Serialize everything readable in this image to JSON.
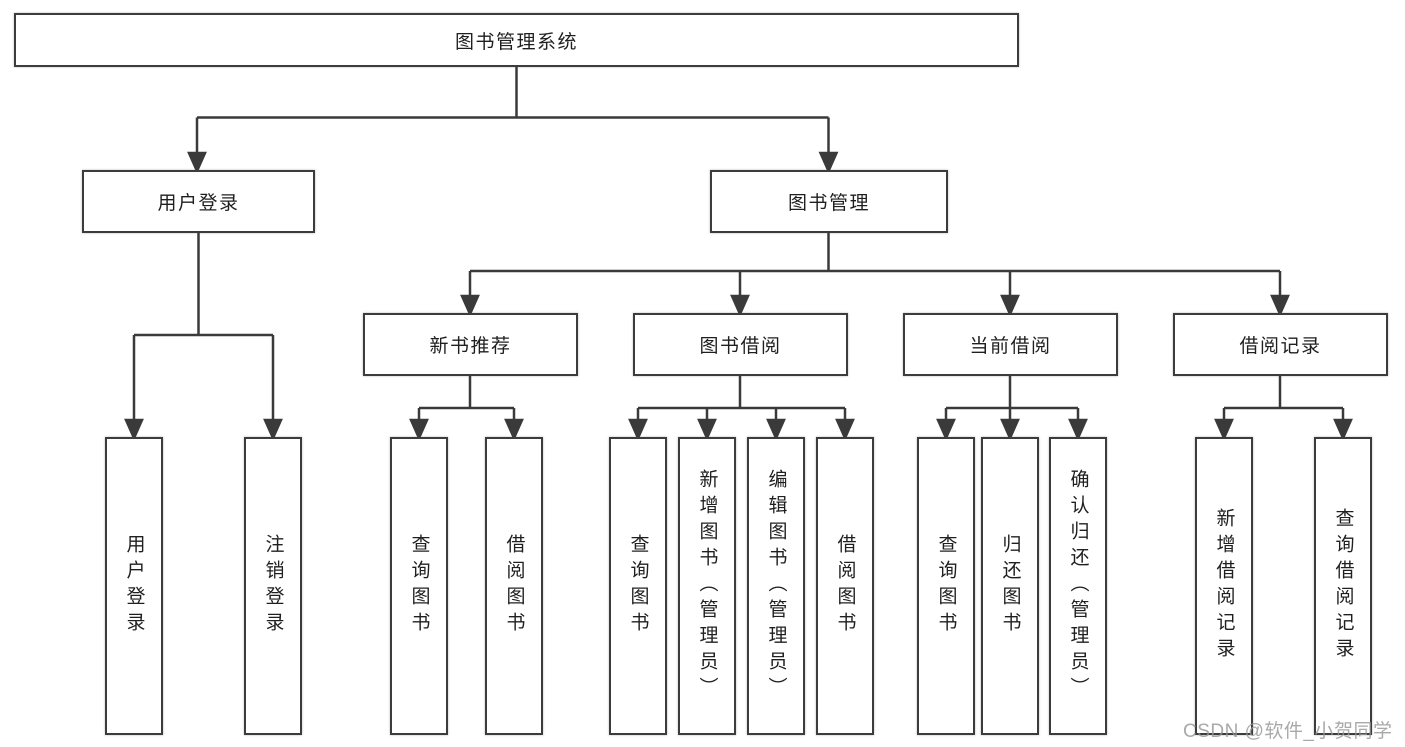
{
  "tree": {
    "root": {
      "label": "图书管理系统"
    },
    "children": [
      {
        "label": "用户登录",
        "children": [
          {
            "label": "用户登录"
          },
          {
            "label": "注销登录"
          }
        ]
      },
      {
        "label": "图书管理",
        "children": [
          {
            "label": "新书推荐",
            "children": [
              {
                "label": "查询图书"
              },
              {
                "label": "借阅图书"
              }
            ]
          },
          {
            "label": "图书借阅",
            "children": [
              {
                "label": "查询图书"
              },
              {
                "label": "新增图书（管理员）"
              },
              {
                "label": "编辑图书（管理员）"
              },
              {
                "label": "借阅图书"
              }
            ]
          },
          {
            "label": "当前借阅",
            "children": [
              {
                "label": "查询图书"
              },
              {
                "label": "归还图书"
              },
              {
                "label": "确认归还（管理员）"
              }
            ]
          },
          {
            "label": "借阅记录",
            "children": [
              {
                "label": "新增借阅记录"
              },
              {
                "label": "查询借阅记录"
              }
            ]
          }
        ]
      }
    ]
  },
  "watermark": {
    "text": "CSDN @软件_小贺同学"
  },
  "colors": {
    "line": "#3a3a3a",
    "box_border": "#3c3c3c",
    "text": "#1f1f1f",
    "background": "#ffffff",
    "watermark": "#969696"
  }
}
